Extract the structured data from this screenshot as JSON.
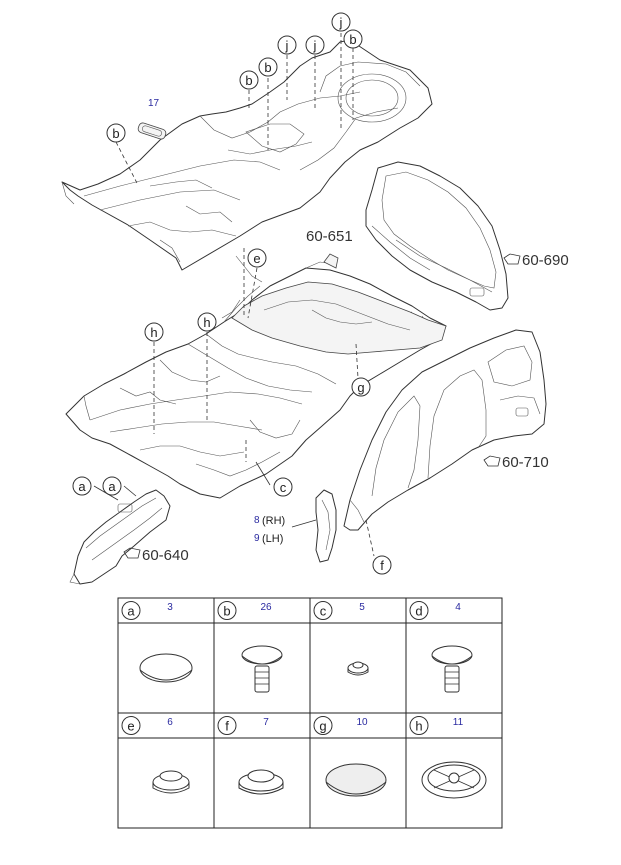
{
  "callouts": {
    "b1": "b",
    "b2": "b",
    "b3": "b",
    "b4": "b",
    "j1": "j",
    "j2": "j",
    "j3": "j",
    "e": "e",
    "h1": "h",
    "h2": "h",
    "g": "g",
    "c": "c",
    "a1": "a",
    "a2": "a",
    "f": "f"
  },
  "part_numbers": {
    "carpet_mat": "17",
    "rh": "8",
    "rh_text": "(RH)",
    "lh": "9",
    "lh_text": "(LH)"
  },
  "references": {
    "ref_651": "60-651",
    "ref_690": "60-690",
    "ref_710": "60-710",
    "ref_640": "60-640"
  },
  "legend": {
    "cells": [
      {
        "letter": "a",
        "qty": "3",
        "icon": "flat-round-plug-icon"
      },
      {
        "letter": "b",
        "qty": "26",
        "icon": "push-clip-fastener-icon"
      },
      {
        "letter": "c",
        "qty": "5",
        "icon": "small-grommet-icon"
      },
      {
        "letter": "d",
        "qty": "4",
        "icon": "push-clip-fastener-icon"
      },
      {
        "letter": "e",
        "qty": "6",
        "icon": "rubber-plug-icon"
      },
      {
        "letter": "f",
        "qty": "7",
        "icon": "rubber-plug-icon"
      },
      {
        "letter": "g",
        "qty": "10",
        "icon": "large-flat-plug-icon"
      },
      {
        "letter": "h",
        "qty": "11",
        "icon": "large-ribbed-plug-icon"
      }
    ]
  }
}
